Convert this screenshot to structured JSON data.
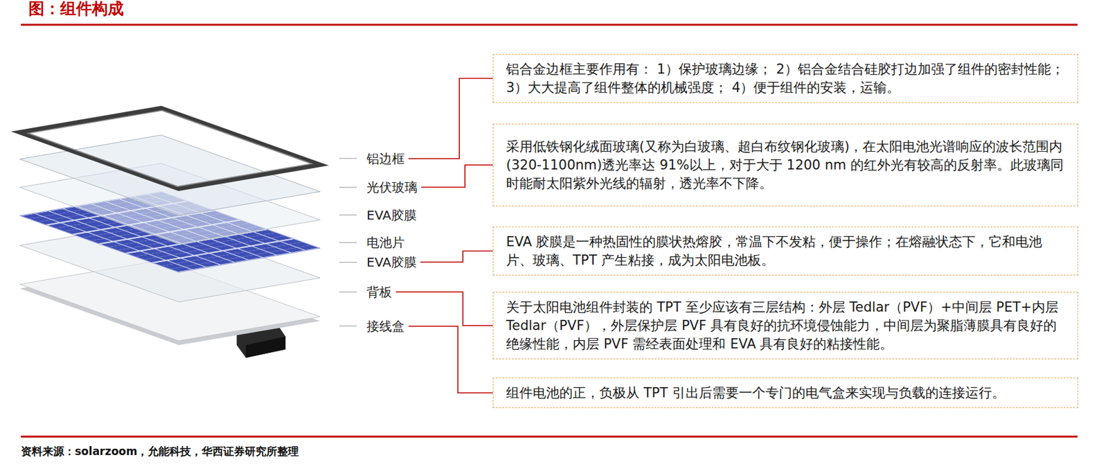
{
  "diagram": {
    "title": "图：组件构成",
    "caption": "资料来源：solarzoom，允能科技，华西证券研究所整理",
    "nodes": [
      {
        "text": [
          "铝合金边框主要作用有： 1）保护玻璃边缘； 2）铝合金结合硅胶打边加强了组件的密封性能； 3）大大提高了组件整体的机械强度； 4）便于组件的安装，运输。"
        ]
      },
      {
        "text": [
          "采用低铁钢化绒面玻璃(又称为白玻璃、超白布纹钢化玻璃)，在太阳电池光谱响应的波长范围内(320-1100nm)透光率达 91%以上，对于大于 1200 nm 的红外光有较高的反射率。此玻璃同时能耐太阳紫外光线的辐射，透光率不下降。"
        ]
      },
      {
        "text": [
          "EVA 胶膜是一种热固性的膜状热熔胶，常温下不发粘，便于操作；在熔融状态下，它和电池片、玻璃、TPT 产生粘接，成为太阳电池板。"
        ]
      },
      {
        "text": [
          "关于太阳电池组件封装的 TPT 至少应该有三层结构：外层 Tedlar（PVF）+中间层 PET+内层 Tedlar（PVF），外层保护层 PVF 具有良好的抗环境侵蚀能力，中间层为聚脂薄膜具有良好的绝缘性能，内层 PVF 需经表面处理和 EVA 具有良好的粘接性能。"
        ]
      },
      {
        "text": [
          "组件电池的正，负极从 TPT 引出后需要一个专门的电气盒来实现与负载的连接运行。"
        ]
      }
    ],
    "labels": [
      "铝边框",
      "光伏玻璃",
      "EVA胶膜",
      "电池片",
      "EVA胶膜",
      "背板",
      "接线盒"
    ]
  }
}
